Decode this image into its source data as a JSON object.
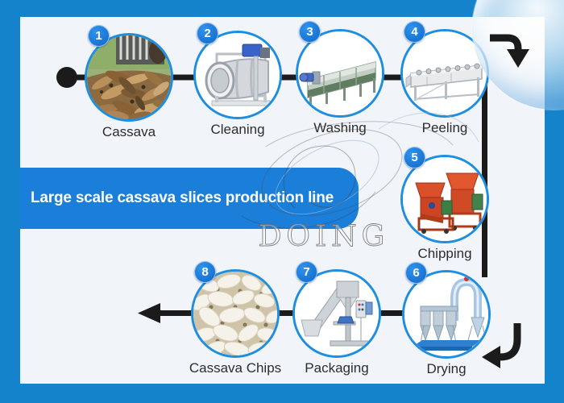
{
  "banner": {
    "text": "Large scale cassava slices production line"
  },
  "watermark": {
    "text": "DOING"
  },
  "steps": [
    {
      "number": "1",
      "label": "Cassava",
      "illustration": "cassava-roots-photo"
    },
    {
      "number": "2",
      "label": "Cleaning",
      "illustration": "drum-cleaning-machine"
    },
    {
      "number": "3",
      "label": "Washing",
      "illustration": "paddle-washing-machine"
    },
    {
      "number": "4",
      "label": "Peeling",
      "illustration": "peeling-machine"
    },
    {
      "number": "5",
      "label": "Chipping",
      "illustration": "chipping-machine"
    },
    {
      "number": "6",
      "label": "Drying",
      "illustration": "flash-dryer"
    },
    {
      "number": "7",
      "label": "Packaging",
      "illustration": "packing-machine"
    },
    {
      "number": "8",
      "label": "Cassava Chips",
      "illustration": "cassava-chips-photo"
    }
  ],
  "colors": {
    "frame_blue": "#1583cb",
    "banner_blue": "#1b7ed9",
    "badge_blue": "#1878d8",
    "circle_border": "#1e8ee0",
    "line_black": "#1b1b1b",
    "content_bg": "#f1f4f8"
  }
}
